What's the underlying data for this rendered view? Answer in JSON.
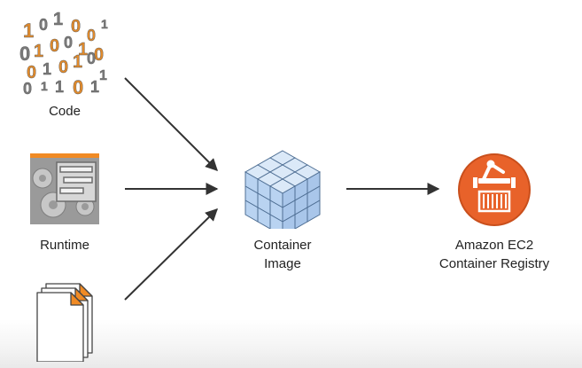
{
  "nodes": {
    "code": {
      "label": "Code",
      "icon": "binary-code-icon",
      "digits": [
        "1",
        "0",
        "1",
        "0",
        "0",
        "1",
        "0",
        "1",
        "0",
        "0",
        "1",
        "0",
        "0",
        "1",
        "0",
        "1",
        "0",
        "1",
        "0",
        "1",
        "1",
        "0",
        "1"
      ],
      "digit_colors": [
        "#e08a2c",
        "#7a7a7a"
      ]
    },
    "runtime": {
      "label": "Runtime",
      "icon": "runtime-gears-icon"
    },
    "docs": {
      "label": "",
      "icon": "document-stack-icon"
    },
    "container_image": {
      "label_line1": "Container",
      "label_line2": "Image",
      "icon": "cube-stack-icon"
    },
    "registry": {
      "label_line1": "Amazon EC2",
      "label_line2": "Container Registry",
      "icon": "ecr-registry-icon",
      "color": "#e8622a"
    }
  },
  "colors": {
    "accent": "#f08a24",
    "arrow": "#333333",
    "cube_light": "#dbe9f8",
    "cube_mid": "#b9d3f1",
    "cube_edge": "#4f6f94"
  }
}
